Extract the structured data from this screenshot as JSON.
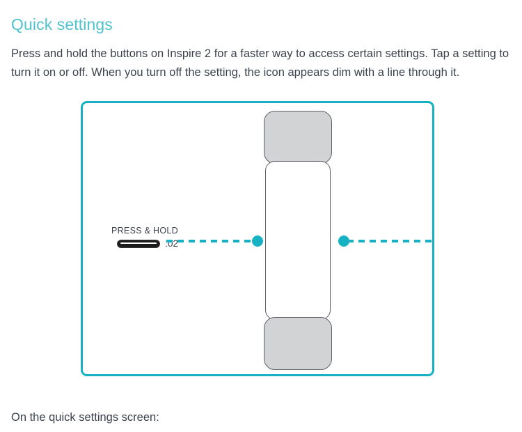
{
  "heading": "Quick settings",
  "intro_paragraph": "Press and hold the buttons on Inspire 2 for a faster way to access certain settings. Tap a setting to turn it on or off. When you turn off the setting, the icon appears dim with a line through it.",
  "figure": {
    "device_name": "Inspire 2",
    "callouts": [
      {
        "id": "press-hold-left",
        "label": "PRESS & HOLD",
        "duration": ":02",
        "icon": "button-pill-icon",
        "side": "left"
      },
      {
        "id": "press-hold-right",
        "label": "",
        "duration": "",
        "side": "right"
      }
    ]
  },
  "closing_text": "On the quick settings screen:",
  "colors": {
    "accent_teal": "#16b2c4",
    "heading_teal": "#4ec3ce",
    "body_text": "#3c424d",
    "device_band": "#d2d3d5",
    "device_outline": "#5d6066"
  }
}
